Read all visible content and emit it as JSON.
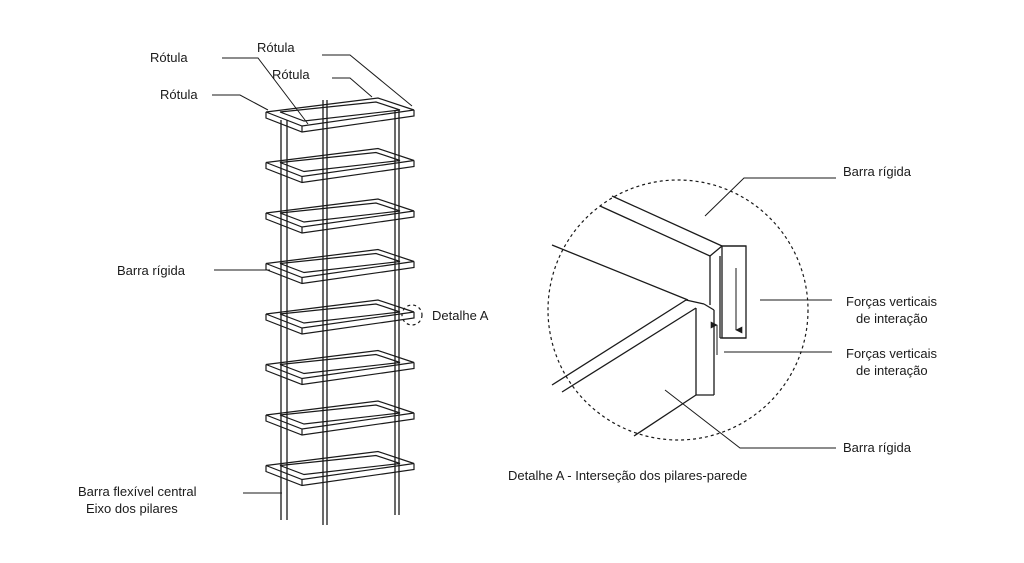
{
  "left": {
    "labels": {
      "rotula_1": "Rótula",
      "rotula_2": "Rótula",
      "rotula_3": "Rótula",
      "rotula_4": "Rótula",
      "barra_rigida": "Barra rígida",
      "detalhe": "Detalhe  A",
      "barra_flexivel_1": "Barra flexível central",
      "barra_flexivel_2": "Eixo dos pilares"
    },
    "frame_count": 8
  },
  "right": {
    "labels": {
      "barra_rigida_top": "Barra rígida",
      "forcas_1_l1": "Forças verticais",
      "forcas_1_l2": "de interação",
      "forcas_2_l1": "Forças verticais",
      "forcas_2_l2": "de interação",
      "barra_rigida_bottom": "Barra rígida",
      "caption": "Detalhe A - Interseção dos pilares-parede"
    }
  }
}
